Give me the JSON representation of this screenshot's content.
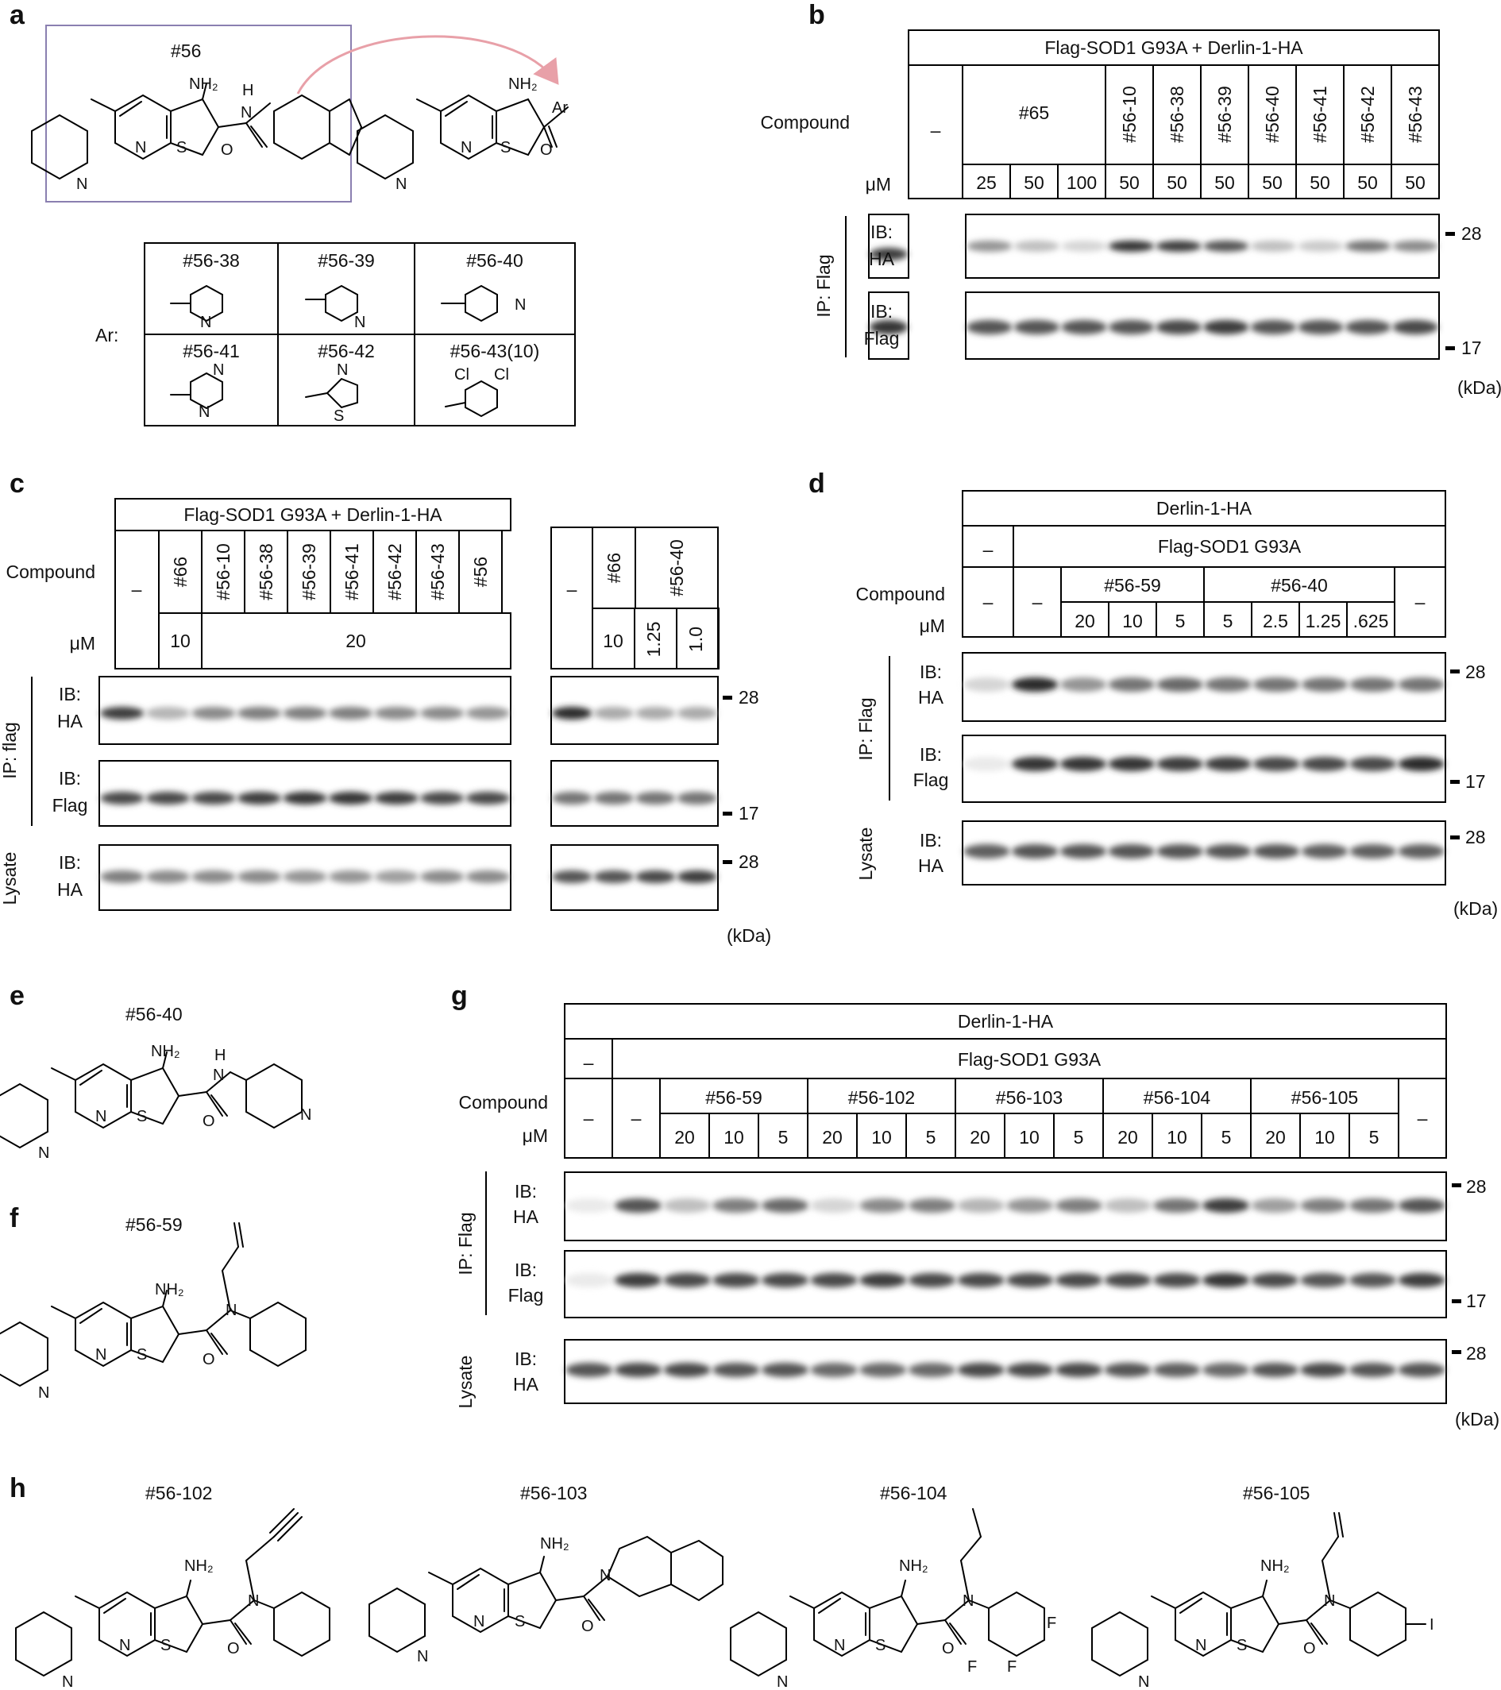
{
  "panels": {
    "a": {
      "letter": "a",
      "compound_label": "#56",
      "nh2": "NH₂",
      "n": "N",
      "s": "S",
      "o": "O",
      "h": "H",
      "ar": "Ar",
      "cl": "Cl",
      "ar_label": "Ar:",
      "ar_table": [
        "#56-38",
        "#56-39",
        "#56-40",
        "#56-41",
        "#56-42",
        "#56-43(10)"
      ]
    },
    "b": {
      "letter": "b",
      "header": "Flag-SOD1 G93A + Derlin-1-HA",
      "compound_label": "Compound",
      "um_label": "μM",
      "dash": "–",
      "compound_65": "#65",
      "compounds": [
        "#56-10",
        "#56-38",
        "#56-39",
        "#56-40",
        "#56-41",
        "#56-42",
        "#56-43"
      ],
      "doses": [
        "25",
        "50",
        "100",
        "50",
        "50",
        "50",
        "50",
        "50",
        "50",
        "50"
      ],
      "ha_intensities": [
        0.85,
        0.45,
        0.25,
        0.15,
        0.9,
        0.85,
        0.75,
        0.25,
        0.2,
        0.6,
        0.5
      ],
      "flag_intensities": [
        0.9,
        0.75,
        0.75,
        0.75,
        0.75,
        0.8,
        0.85,
        0.75,
        0.75,
        0.75,
        0.8
      ],
      "ib_label": "IB:",
      "ha": "HA",
      "flag": "Flag",
      "ip_label": "IP: Flag",
      "marker_28": "28",
      "marker_17": "17",
      "kda": "(kDa)"
    },
    "c": {
      "letter": "c",
      "header": "Flag-SOD1 G93A + Derlin-1-HA",
      "compound_label": "Compound",
      "um_label": "μM",
      "dash": "–",
      "left_compounds": [
        "#66",
        "#56-10",
        "#56-38",
        "#56-39",
        "#56-41",
        "#56-42",
        "#56-43",
        "#56"
      ],
      "dose_10": "10",
      "dose_20": "20",
      "right_66": "#66",
      "right_5640": "#56-40",
      "right_doses": [
        "10",
        "1.25",
        "1.0"
      ],
      "ib_label": "IB:",
      "ha": "HA",
      "flag": "Flag",
      "ip_label": "IP: flag",
      "lysate_label": "Lysate",
      "left_ha": [
        0.85,
        0.3,
        0.5,
        0.55,
        0.55,
        0.55,
        0.5,
        0.5,
        0.45
      ],
      "right_ha": [
        0.95,
        0.35,
        0.35,
        0.35
      ],
      "left_flag": [
        0.8,
        0.8,
        0.8,
        0.85,
        0.9,
        0.9,
        0.85,
        0.8,
        0.8
      ],
      "right_flag": [
        0.6,
        0.6,
        0.6,
        0.6
      ],
      "left_lys": [
        0.55,
        0.5,
        0.5,
        0.5,
        0.45,
        0.45,
        0.4,
        0.5,
        0.5
      ],
      "right_lys": [
        0.75,
        0.75,
        0.8,
        0.85
      ],
      "marker_28": "28",
      "marker_17": "17",
      "kda": "(kDa)"
    },
    "d": {
      "letter": "d",
      "header": "Derlin-1-HA",
      "subheader": "Flag-SOD1 G93A",
      "compound_label": "Compound",
      "um_label": "μM",
      "dash": "–",
      "group_5659": "#56-59",
      "group_5640": "#56-40",
      "doses_5659": [
        "20",
        "10",
        "5"
      ],
      "doses_5640": [
        "5",
        "2.5",
        "1.25",
        ".625"
      ],
      "ib_label": "IB:",
      "ha": "HA",
      "flag": "Flag",
      "ip_label": "IP: Flag",
      "lysate_label": "Lysate",
      "ha_lanes": [
        0.15,
        0.95,
        0.45,
        0.6,
        0.65,
        0.6,
        0.6,
        0.6,
        0.6,
        0.6
      ],
      "flag_lanes": [
        0.05,
        0.9,
        0.9,
        0.9,
        0.85,
        0.85,
        0.8,
        0.8,
        0.8,
        0.95
      ],
      "lys_lanes": [
        0.7,
        0.75,
        0.75,
        0.75,
        0.75,
        0.75,
        0.75,
        0.7,
        0.7,
        0.7
      ],
      "marker_28": "28",
      "marker_17": "17",
      "kda": "(kDa)"
    },
    "e": {
      "letter": "e",
      "label": "#56-40"
    },
    "f": {
      "letter": "f",
      "label": "#56-59"
    },
    "g": {
      "letter": "g",
      "header": "Derlin-1-HA",
      "subheader": "Flag-SOD1 G93A",
      "compound_label": "Compound",
      "um_label": "μM",
      "dash": "–",
      "groups": [
        "#56-59",
        "#56-102",
        "#56-103",
        "#56-104",
        "#56-105"
      ],
      "doses": [
        "20",
        "10",
        "5"
      ],
      "ib_label": "IB:",
      "ha": "HA",
      "flag": "Flag",
      "ip_label": "IP: Flag",
      "lysate_label": "Lysate",
      "ha_lanes": [
        0.05,
        0.75,
        0.25,
        0.55,
        0.65,
        0.15,
        0.5,
        0.55,
        0.3,
        0.45,
        0.55,
        0.25,
        0.6,
        0.85,
        0.4,
        0.55,
        0.6,
        0.75
      ],
      "flag_lanes": [
        0.05,
        0.85,
        0.8,
        0.8,
        0.8,
        0.8,
        0.85,
        0.8,
        0.8,
        0.8,
        0.8,
        0.8,
        0.8,
        0.9,
        0.8,
        0.75,
        0.75,
        0.85
      ],
      "lys_lanes": [
        0.75,
        0.8,
        0.8,
        0.75,
        0.75,
        0.65,
        0.65,
        0.65,
        0.8,
        0.8,
        0.8,
        0.75,
        0.7,
        0.65,
        0.75,
        0.8,
        0.75,
        0.75
      ],
      "marker_28": "28",
      "marker_17": "17",
      "kda": "(kDa)"
    },
    "h": {
      "letter": "h",
      "labels": [
        "#56-102",
        "#56-103",
        "#56-104",
        "#56-105"
      ],
      "f": "F",
      "i": "I"
    }
  }
}
